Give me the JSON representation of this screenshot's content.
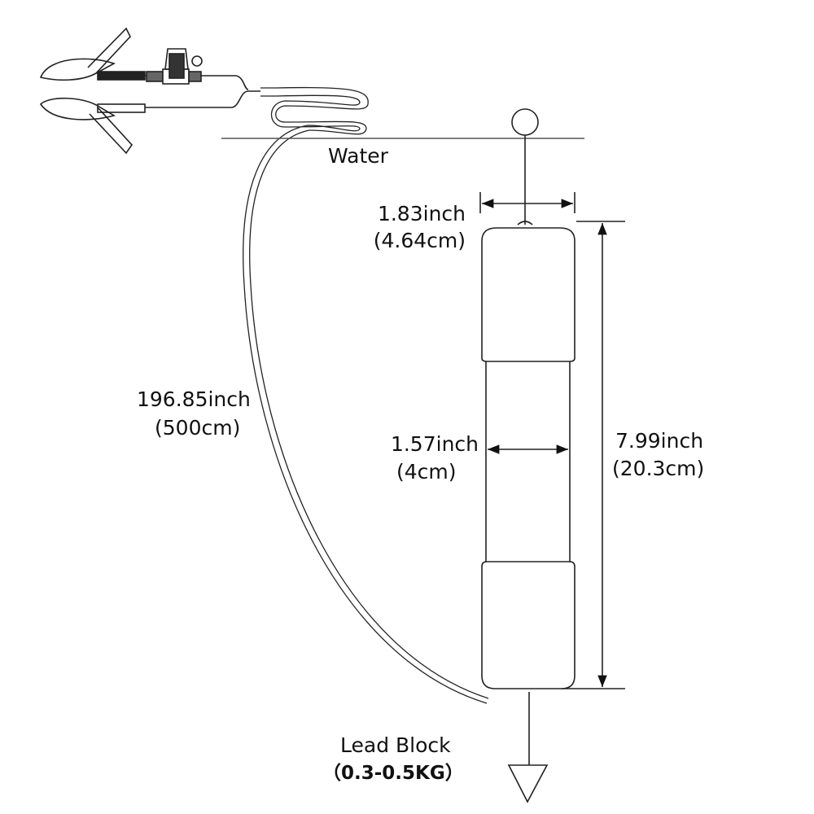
{
  "labels": {
    "water": "Water",
    "top_diameter_in": "1.83inch",
    "top_diameter_cm": "(4.64cm)",
    "cable_length_in": "196.85inch",
    "cable_length_cm": "(500cm)",
    "body_diameter_in": "1.57inch",
    "body_diameter_cm": "(4cm)",
    "height_in": "7.99inch",
    "height_cm": "(20.3cm)",
    "weight_title": "Lead Block",
    "weight_value": "（0.3-0.5KG）"
  },
  "colors": {
    "line": "#222222",
    "background": "#ffffff"
  }
}
